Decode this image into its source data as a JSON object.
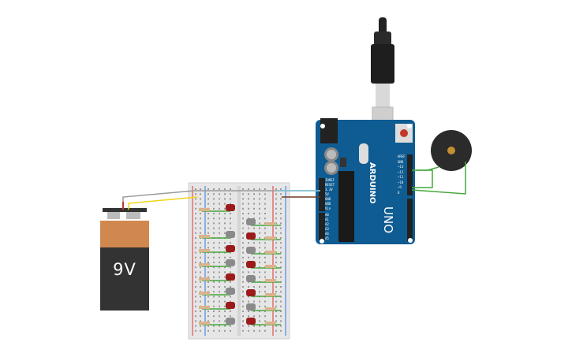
{
  "battery": {
    "label": "9V"
  },
  "arduino": {
    "logo": "ARDUINO",
    "model": "UNO",
    "power_pins": [
      "IOREF",
      "RESET",
      "3.3V",
      "5V",
      "GND",
      "GND",
      "Vin"
    ],
    "analog_pins": [
      "A0",
      "A1",
      "A2",
      "A3",
      "A4",
      "A5"
    ],
    "digital_pins": [
      "AREF",
      "GND",
      "~13",
      "~12",
      "~11",
      "~10",
      "~9",
      "8"
    ]
  },
  "colors": {
    "battery_top": "#d1884e",
    "battery_body": "#333333",
    "board": "#0f5c93",
    "breadboard": "#e6e6e6",
    "led_off": "#8a8a8a",
    "led_red": "#9b1b1b",
    "wire_green": "#44a83a",
    "wire_yellow": "#f1d515",
    "wire_gray": "#9a9a9a",
    "wire_red": "#c0392b",
    "wire_cyan": "#7cc3d9",
    "wire_dark": "#6b3a2a"
  }
}
